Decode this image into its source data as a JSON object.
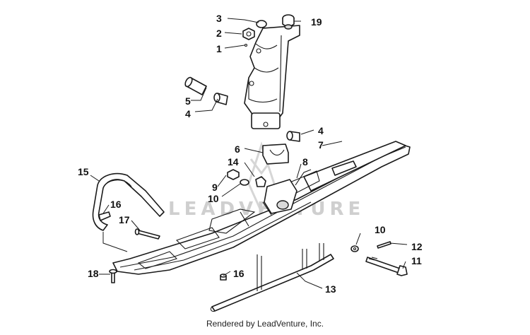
{
  "diagram": {
    "watermark": "LEADVENTURE",
    "footer": "Rendered by LeadVenture, Inc.",
    "colors": {
      "line": "#1a1a1a",
      "background": "#ffffff",
      "watermark": "#cfcfcf"
    },
    "callouts": {
      "c1": "1",
      "c2": "2",
      "c3": "3",
      "c4a": "4",
      "c4b": "4",
      "c5": "5",
      "c6": "6",
      "c7": "7",
      "c8": "8",
      "c9": "9",
      "c10a": "10",
      "c10b": "10",
      "c11": "11",
      "c12": "12",
      "c13": "13",
      "c14": "14",
      "c15": "15",
      "c16a": "16",
      "c16b": "16",
      "c17": "17",
      "c18": "18",
      "c19": "19"
    }
  }
}
